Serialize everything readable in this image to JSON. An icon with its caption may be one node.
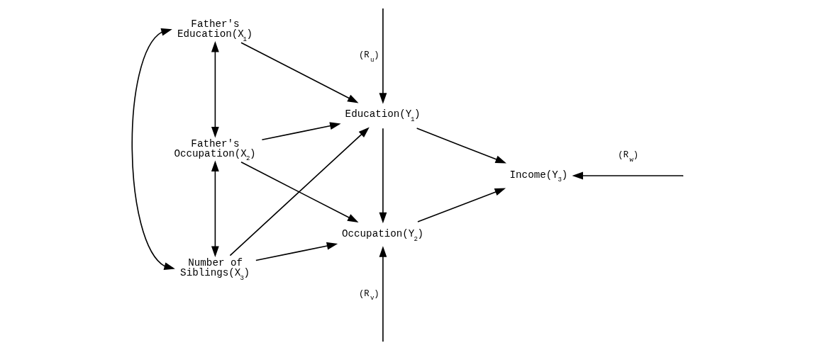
{
  "diagram": {
    "nodes": [
      {
        "text": [
          "Father's Education(X$_{1}$)"
        ]
      },
      {
        "text": [
          "Father's Occupation(X$_{2}$)"
        ]
      },
      {
        "text": [
          "Number of Siblings(X$_{3}$)"
        ]
      },
      {
        "text": [
          "Education(Y$_{1}$)"
        ]
      },
      {
        "text": [
          "Occupation(Y$_{2}$)"
        ]
      },
      {
        "text": [
          "Income(Y$_{3}$)"
        ]
      }
    ],
    "edges": [
      {
        "from": 0,
        "to": 3,
        "arrow": "to"
      },
      {
        "from": 1,
        "to": 3,
        "arrow": "to"
      },
      {
        "from": 2,
        "to": 3,
        "arrow": "to"
      },
      {
        "from": 1,
        "to": 4,
        "arrow": "to"
      },
      {
        "from": 2,
        "to": 4,
        "arrow": "to"
      },
      {
        "from": 3,
        "to": 4,
        "arrow": "to"
      },
      {
        "from": 3,
        "to": 5,
        "arrow": "to"
      },
      {
        "from": 4,
        "to": 5,
        "arrow": "to"
      },
      {
        "from": 0,
        "to": 1,
        "arrow": "both"
      },
      {
        "from": 1,
        "to": 2,
        "arrow": "both"
      },
      {
        "from": 0,
        "to": 2,
        "arrow": "both"
      },
      {
        "from": null,
        "to": 3,
        "arrow": "to",
        "label": "(R$_{u}$)"
      },
      {
        "from": null,
        "to": 4,
        "arrow": "to",
        "label": "(R$_{v}$)"
      },
      {
        "from": null,
        "to": 5,
        "arrow": "to",
        "label": "(R$_{w}$)"
      }
    ]
  }
}
